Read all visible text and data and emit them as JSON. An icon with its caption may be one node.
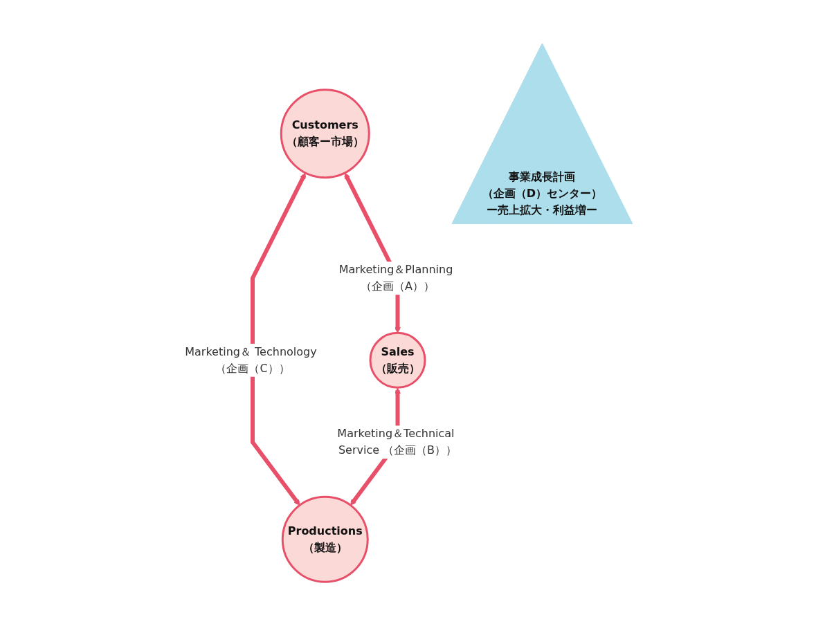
{
  "diagram": {
    "nodes": [
      {
        "text": [
          "Customers",
          "（顧客ー市場）"
        ]
      },
      {
        "text": [
          "事業成長計画",
          "（企画（D）センター）",
          "ー売上拡大・利益増ー"
        ]
      },
      {
        "text": [
          "Sales",
          "（販売）"
        ]
      },
      {
        "text": [
          "Productions",
          "（製造）"
        ]
      }
    ],
    "edges": [
      {
        "from": 0,
        "to": 2,
        "arrow": "both",
        "label": "Marketing＆Planning （企画（A））"
      },
      {
        "from": 0,
        "to": 3,
        "arrow": "both",
        "label": "Marketing＆ Technology （企画（C））"
      },
      {
        "from": 2,
        "to": 3,
        "arrow": "both",
        "label": "Marketing＆Technical Service （企画（B））"
      }
    ]
  }
}
